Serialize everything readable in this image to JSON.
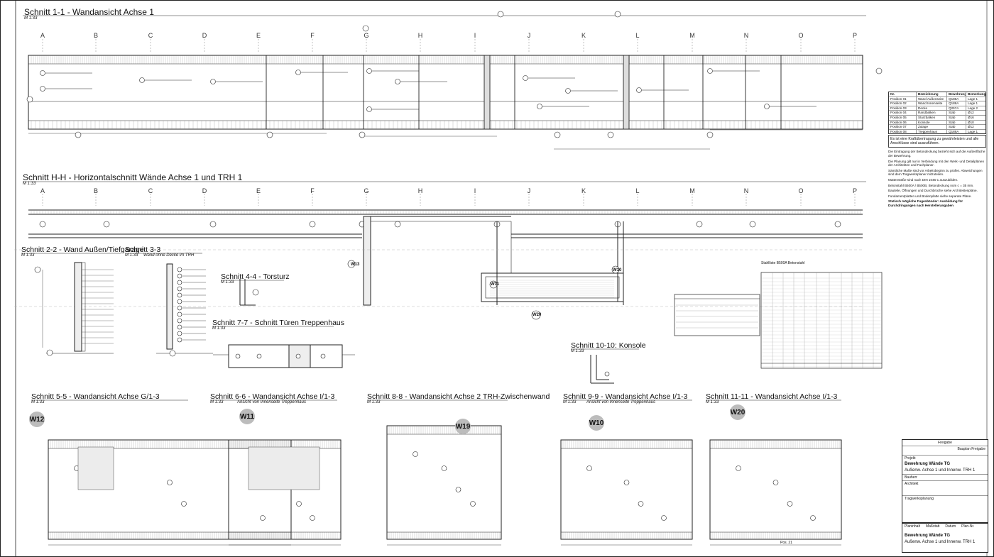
{
  "sections": [
    {
      "id": "s11",
      "title": "Schnitt 1-1 - Wandansicht Achse 1",
      "scale": "M 1:33"
    },
    {
      "id": "shh",
      "title": "Schnitt H-H - Horizontalschnitt Wände Achse 1 und TRH 1",
      "scale": "M 1:33"
    },
    {
      "id": "s22",
      "title": "Schnitt 2-2 - Wand Außen/Tiefgarage",
      "scale": "M 1:33"
    },
    {
      "id": "s33",
      "title": "Schnitt 3-3",
      "scale": "M 1:33",
      "sub": "Wand ohne Decke im TRH"
    },
    {
      "id": "s44",
      "title": "Schnitt 4-4 - Torsturz",
      "scale": "M 1:33"
    },
    {
      "id": "s77",
      "title": "Schnitt 7-7 - Schnitt Türen Treppenhaus",
      "scale": "M 1:33"
    },
    {
      "id": "s1010",
      "title": "Schnitt 10-10: Konsole",
      "scale": "M 1:33"
    },
    {
      "id": "s55",
      "title": "Schnitt 5-5 - Wandansicht Achse G/1-3",
      "scale": "M 1:33"
    },
    {
      "id": "s66",
      "title": "Schnitt 6-6 - Wandansicht Achse I/1-3",
      "scale": "M 1:33",
      "sub": "Ansicht von Innenseite Treppenhaus"
    },
    {
      "id": "s88",
      "title": "Schnitt 8-8 - Wandansicht Achse 2 TRH-Zwischenwand",
      "scale": "M 1:33"
    },
    {
      "id": "s99",
      "title": "Schnitt 9-9 - Wandansicht Achse I/1-3",
      "scale": "M 1:33",
      "sub": "Ansicht von Innenseite Treppenhaus"
    },
    {
      "id": "s1111",
      "title": "Schnitt 11-11 - Wandansicht Achse I/1-3",
      "scale": "M 1:33"
    }
  ],
  "axes": [
    "A",
    "B",
    "C",
    "D",
    "E",
    "F",
    "G",
    "H",
    "I",
    "J",
    "K",
    "L",
    "M",
    "N",
    "O",
    "P"
  ],
  "wall_badges": [
    "W12",
    "W11",
    "W19",
    "W10",
    "W20"
  ],
  "plan_tags": [
    "W13",
    "W11",
    "W10",
    "W20"
  ],
  "legend_rows": [
    [
      "Nr.",
      "Bezeichnung",
      "Bewehrung",
      "Bemerkung"
    ],
    [
      "Position 01",
      "Wand Außenseite",
      "Q188A",
      "Lage 1"
    ],
    [
      "Position 02",
      "Wand Innenseite",
      "Q188A",
      "Lage 1"
    ],
    [
      "Position 03",
      "Decke",
      "Q257A",
      "Lage 2"
    ],
    [
      "Position 04",
      "Randbalken",
      "Stab",
      "Ø12"
    ],
    [
      "Position 05",
      "Sturzbalken",
      "Stab",
      "Ø16"
    ],
    [
      "Position 06",
      "Konsole",
      "Stab",
      "Ø10"
    ],
    [
      "Position 07",
      "Zulage",
      "Stab",
      "Ø12"
    ],
    [
      "Position 08",
      "Treppenhaus",
      "Q188A",
      "Lage 1"
    ]
  ],
  "notes": [
    "Die Eintragung der Betondeckung bezieht sich auf die Außenfläche der Bewehrung.",
    "Es ist eine Kraftübertragung zu gewährleisten und alle Anschlüsse sind auszuführen.",
    "Die Planung gilt nur in Verbindung mit den Werk- und Detailplänen der Architekten und Fachplaner.",
    "Sämtliche Maße sind vor Arbeitsbeginn zu prüfen. Abweichungen sind dem Tragwerksplaner mitzuteilen.",
    "Mattenstöße sind nach DIN 1045-1 auszubilden.",
    "Betonstahl B500A / B500B, Betondeckung nom c = 35 mm.",
    "Bauteile, Öffnungen und Durchbrüche siehe Architektenpläne.",
    "Fundamentplatten und Bodenplatte siehe separate Pläne."
  ],
  "note_heading": "Statisch mögliche Fugenbänder: Ausbildung für Durchdringungen nach Herstellerangaben",
  "schedule_title": "Stahlliste  B500A   Betonstahl",
  "title_block": {
    "project_label": "Projekt",
    "project_name": "Bewehrung Wände TG",
    "project_sub": "Außenw. Achse 1 und Innenw. TRH 1",
    "row_labels": [
      "Bauherr",
      "Architekt",
      "Tragwerksplanung",
      "Planinhalt",
      "Maßstab",
      "Datum",
      "Plan-Nr."
    ],
    "bottom_name": "Bewehrung Wände TG",
    "bottom_sub": "Außenw. Achse 1 und Innenw. TRH 1",
    "status": "Freigabe",
    "status_val": "Bauplan Freigabe"
  },
  "pos_label": "Pos. 21"
}
